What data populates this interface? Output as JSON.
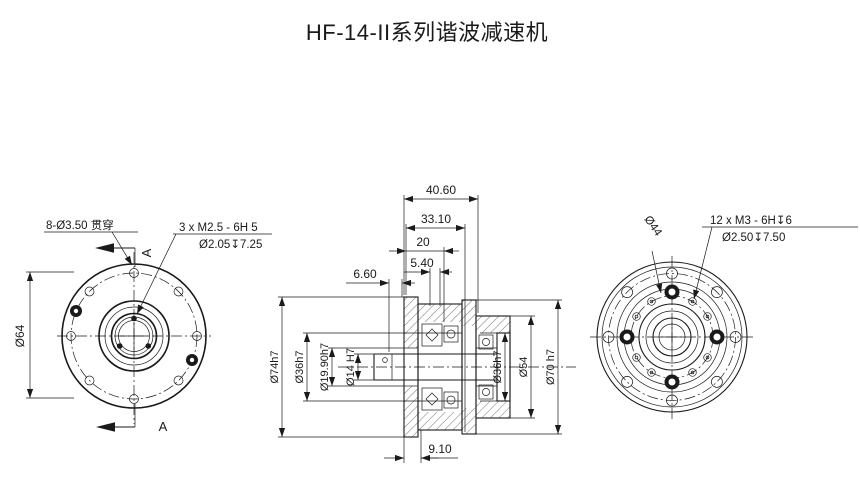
{
  "title": "HF-14-II系列谐波减速机",
  "front_view": {
    "holes_label": "8-Ø3.50 贯穿",
    "tap_label_line1": "3 x M2.5 - 6H  5",
    "tap_label_line2": "Ø2.05↧7.25",
    "outer_dim": "Ø64",
    "section_letter_top": "A",
    "section_letter_bottom": "A"
  },
  "section_view": {
    "dim_40_60": "40.60",
    "dim_33_10": "33.10",
    "dim_20": "20",
    "dim_5_40": "5.40",
    "dim_6_60": "6.60",
    "dim_74": "Ø74h7",
    "dim_36_left": "Ø36h7",
    "dim_19_90": "Ø19.90h7",
    "dim_14": "Ø14 H7",
    "dim_36_right": "Ø36h7",
    "dim_54": "Ø54",
    "dim_70": "Ø70 h7",
    "dim_9_10": "9.10"
  },
  "rear_view": {
    "bolt_circle_dim": "Ø44",
    "tap_label_line1": "12 x M3 - 6H↧6",
    "tap_label_line2": "Ø2.50↧7.50"
  },
  "colors": {
    "line": "#1a1a1a",
    "background": "#ffffff"
  }
}
